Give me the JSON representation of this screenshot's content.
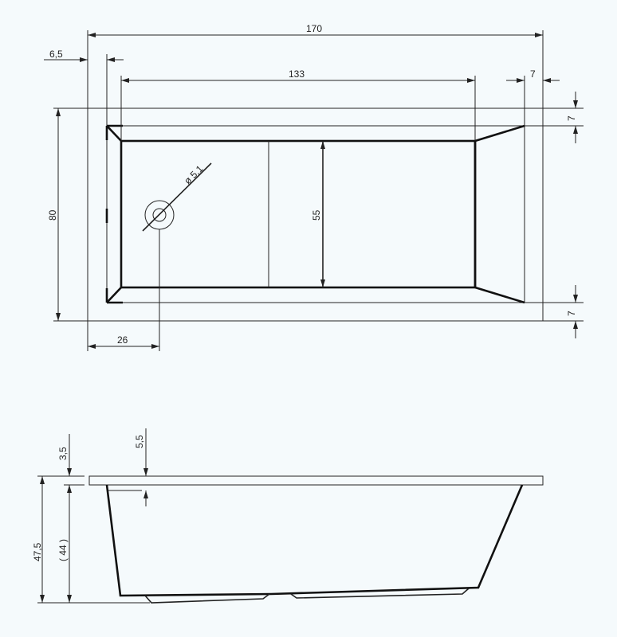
{
  "top_view": {
    "dims": {
      "length": "170",
      "rim_left": "6,5",
      "basin_length": "133",
      "rim_right": "7",
      "rim_top": "7",
      "rim_bottom": "7",
      "width": "80",
      "basin_width": "55",
      "drain_offset": "26",
      "drain_diameter": "ø 5,1"
    }
  },
  "side_view": {
    "dims": {
      "rim_thickness": "3,5",
      "inner_step": "5,5",
      "total_height": "47,5",
      "depth": "( 44 )"
    }
  },
  "colors": {
    "background": "#f5fafc",
    "line": "#222222"
  }
}
